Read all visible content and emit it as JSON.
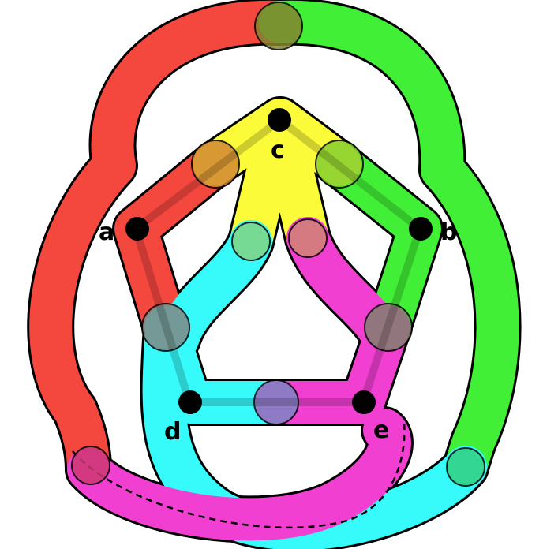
{
  "vertices": [
    {
      "id": "a",
      "label": "a"
    },
    {
      "id": "b",
      "label": "b"
    },
    {
      "id": "c",
      "label": "c"
    },
    {
      "id": "d",
      "label": "d"
    },
    {
      "id": "e",
      "label": "e"
    }
  ],
  "regions": [
    {
      "id": "a",
      "color": "#f4473e"
    },
    {
      "id": "b",
      "color": "#41ef36"
    },
    {
      "id": "c",
      "color": "#fbfb3a"
    },
    {
      "id": "d",
      "color": "#37fbfb"
    },
    {
      "id": "e",
      "color": "#f13fd2"
    }
  ],
  "edges": [
    [
      "a",
      "c"
    ],
    [
      "b",
      "c"
    ],
    [
      "a",
      "d"
    ],
    [
      "b",
      "e"
    ],
    [
      "d",
      "e"
    ]
  ]
}
